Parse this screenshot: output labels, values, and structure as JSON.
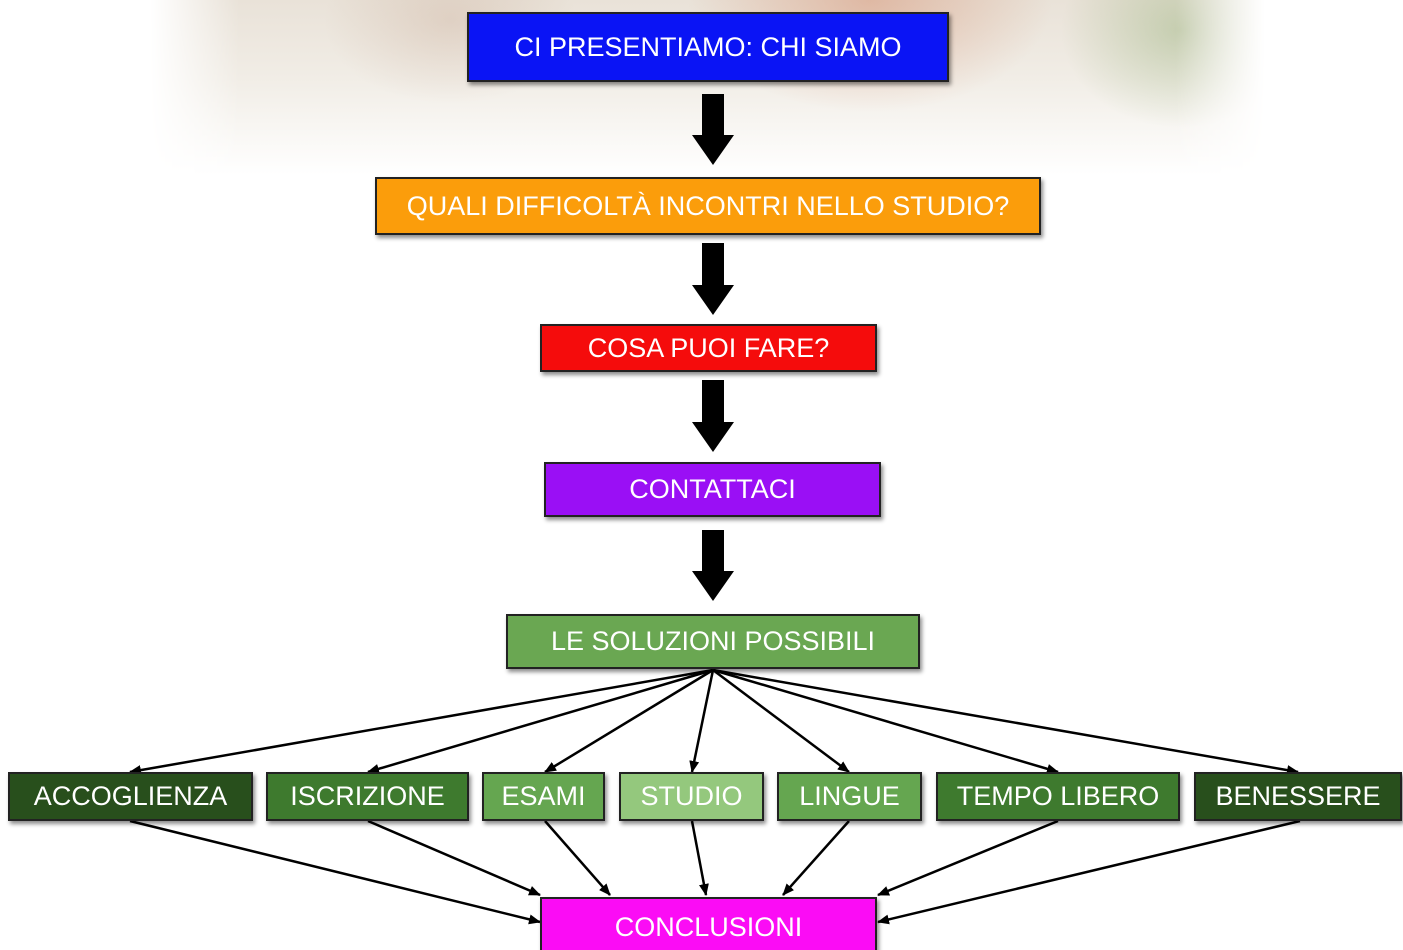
{
  "diagram": {
    "top_box": {
      "label": "CI PRESENTIAMO: CHI SIAMO",
      "color": "#0a14f5"
    },
    "difficulties_box": {
      "label": "QUALI DIFFICOLTÀ INCONTRI NELLO STUDIO?",
      "color": "#fb9d0b"
    },
    "what_to_do_box": {
      "label": "COSA PUOI FARE?",
      "color": "#f50c0c"
    },
    "contact_box": {
      "label": "CONTATTACI",
      "color": "#9a0ff5"
    },
    "solutions_box": {
      "label": "LE SOLUZIONI POSSIBILI",
      "color": "#6aa752"
    },
    "topics": [
      {
        "label": "ACCOGLIENZA",
        "color": "#284f1c"
      },
      {
        "label": "ISCRIZIONE",
        "color": "#3e7a2e"
      },
      {
        "label": "ESAMI",
        "color": "#65a650"
      },
      {
        "label": "STUDIO",
        "color": "#94c87d"
      },
      {
        "label": "LINGUE",
        "color": "#65a650"
      },
      {
        "label": "TEMPO LIBERO",
        "color": "#3e7a2e"
      },
      {
        "label": "BENESSERE",
        "color": "#284f1c"
      }
    ],
    "conclusion_box": {
      "label": "CONCLUSIONI",
      "color": "#fb0cf5"
    },
    "arrow_color": "#000000"
  }
}
